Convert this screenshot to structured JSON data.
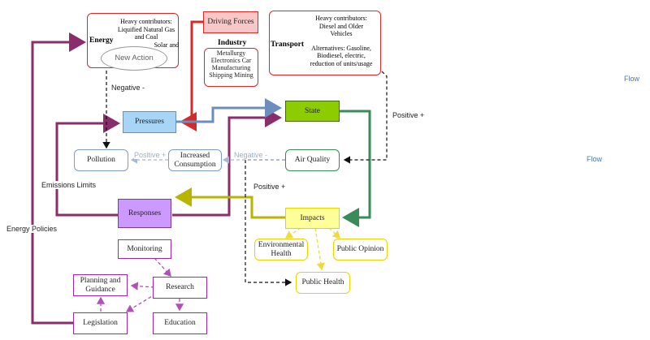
{
  "energy": {
    "title": "Energy",
    "text_lines": [
      "Heavy contributors:",
      "Liquified Natural Gas",
      "and Coal",
      "Solar and"
    ],
    "new_action": "New Action"
  },
  "driving_forces": "Driving Forces",
  "industry": {
    "title": "Industry",
    "text_lines": [
      "Metallurgy",
      "Electronics Car",
      "Manufacturing",
      "Shipping Mining"
    ]
  },
  "transport": {
    "title": "Transport",
    "text_lines": [
      "Heavy contributors:",
      "Diesel and Older",
      "Vehicles",
      "",
      "Alternatives: Gasoline,",
      "Biodiesel, electric,",
      "reduction of units/usage"
    ]
  },
  "nodes": {
    "pressures": "Pressures",
    "state": "State",
    "pollution": "Pollution",
    "increased_consumption": "Increased Consumption",
    "air_quality": "Air Quality",
    "responses": "Responses",
    "impacts": "Impacts",
    "environmental_health": "Environmental Health",
    "public_opinion": "Public Opinion",
    "public_health": "Public Health",
    "monitoring": "Monitoring",
    "research": "Research",
    "planning_guidance": "Planning and Guidance",
    "legislation": "Legislation",
    "education": "Education"
  },
  "labels": {
    "negative_1": "Negative -",
    "positive_1": "Positive +",
    "positive_2": "Positive +",
    "negative_2": "Negative -",
    "positive_3": "Positive +",
    "emissions_limits": "Emissions Limits",
    "energy_policies": "Energy Policies",
    "flow_1": "Flow",
    "flow_2": "Flow"
  },
  "colors": {
    "red": "#d42a2a",
    "purple_dark": "#8a2d6a",
    "blue_arrow": "#6c8ebf",
    "green": "#3a8a5a",
    "olive": "#b9b400",
    "purple": "#9a2aa8",
    "pressures_fill": "#a8d4f5",
    "state_fill": "#8ccc00",
    "responses_fill": "#cc99ff",
    "impacts_fill": "#ffff99",
    "driving_fill": "#f8c8c8",
    "flow_text": "#4a78a8"
  }
}
